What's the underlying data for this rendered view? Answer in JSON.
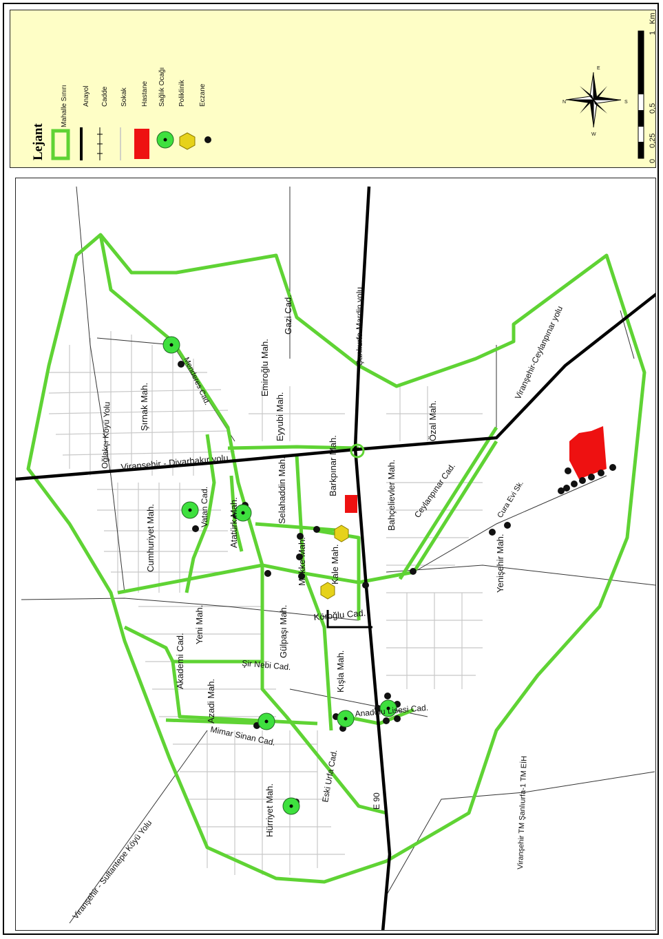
{
  "legend": {
    "title": "Lejant",
    "items": [
      {
        "label": "Mahalle Sınırı",
        "symbol": "green-outline-box"
      },
      {
        "label": "Anayol",
        "symbol": "thick-black-line"
      },
      {
        "label": "Cadde",
        "symbol": "ticked-thin-line"
      },
      {
        "label": "Sokak",
        "symbol": "grey-thin-line"
      },
      {
        "label": "Hastane",
        "symbol": "red-rectangle"
      },
      {
        "label": "Sağlık Ocağı",
        "symbol": "green-circle-dot"
      },
      {
        "label": "Poliklinik",
        "symbol": "yellow-hexagon"
      },
      {
        "label": "Eczane",
        "symbol": "black-dot"
      }
    ],
    "scale": {
      "unit": "Km",
      "ticks": [
        "0",
        "0,25",
        "0,5",
        "1"
      ]
    },
    "compass": {
      "n": "N",
      "e": "E",
      "s": "S",
      "w": "W"
    }
  },
  "colors": {
    "boundary": "#5fd334",
    "hospital": "#ee1111",
    "health_center": "#3ee03e",
    "polyclinic": "#e6d21a",
    "pharmacy": "#111111",
    "legend_bg": "#fefec6",
    "street": "#c4c4c4"
  },
  "map_labels": [
    "Şırnak Mah.",
    "Emiroğlu Mah.",
    "Gazi Cad.",
    "Eyyubi Mah.",
    "Şanlıurfa-Mardin yolu",
    "Özal Mah.",
    "Viranşehir-Ceylanpınar yolu",
    "Menderes Cad.",
    "Oğlakçı Köyü Yolu",
    "Viranşehir - Diyarbakır yolu",
    "Barkpınar Mah.",
    "Selahaddin Mah.",
    "Atatürk Mah.",
    "Vatan Cad.",
    "Cumhuriyet Mah.",
    "Bahçelievler Mah.",
    "Ceylanpınar Cad.",
    "Cura Evi Sk.",
    "Yenişehir Mah.",
    "Mekke Mah.",
    "Kale Mah.",
    "Köroğlu Cad.",
    "Yeni Mah.",
    "Akademi Cad.",
    "Gülpaşı Mah.",
    "Şir Nebi Cad.",
    "Kışla Mah.",
    "Azadi Mah.",
    "Anadolu Lisesi Cad.",
    "Mimar Sinan Cad.",
    "Eski Urfa Cad.",
    "E 90",
    "Hürriyet Mah.",
    "Viranşehir - Sultantepe Köyü Yolu",
    "Viranşehir TM Şanlıurfa-1 TM EİH"
  ]
}
